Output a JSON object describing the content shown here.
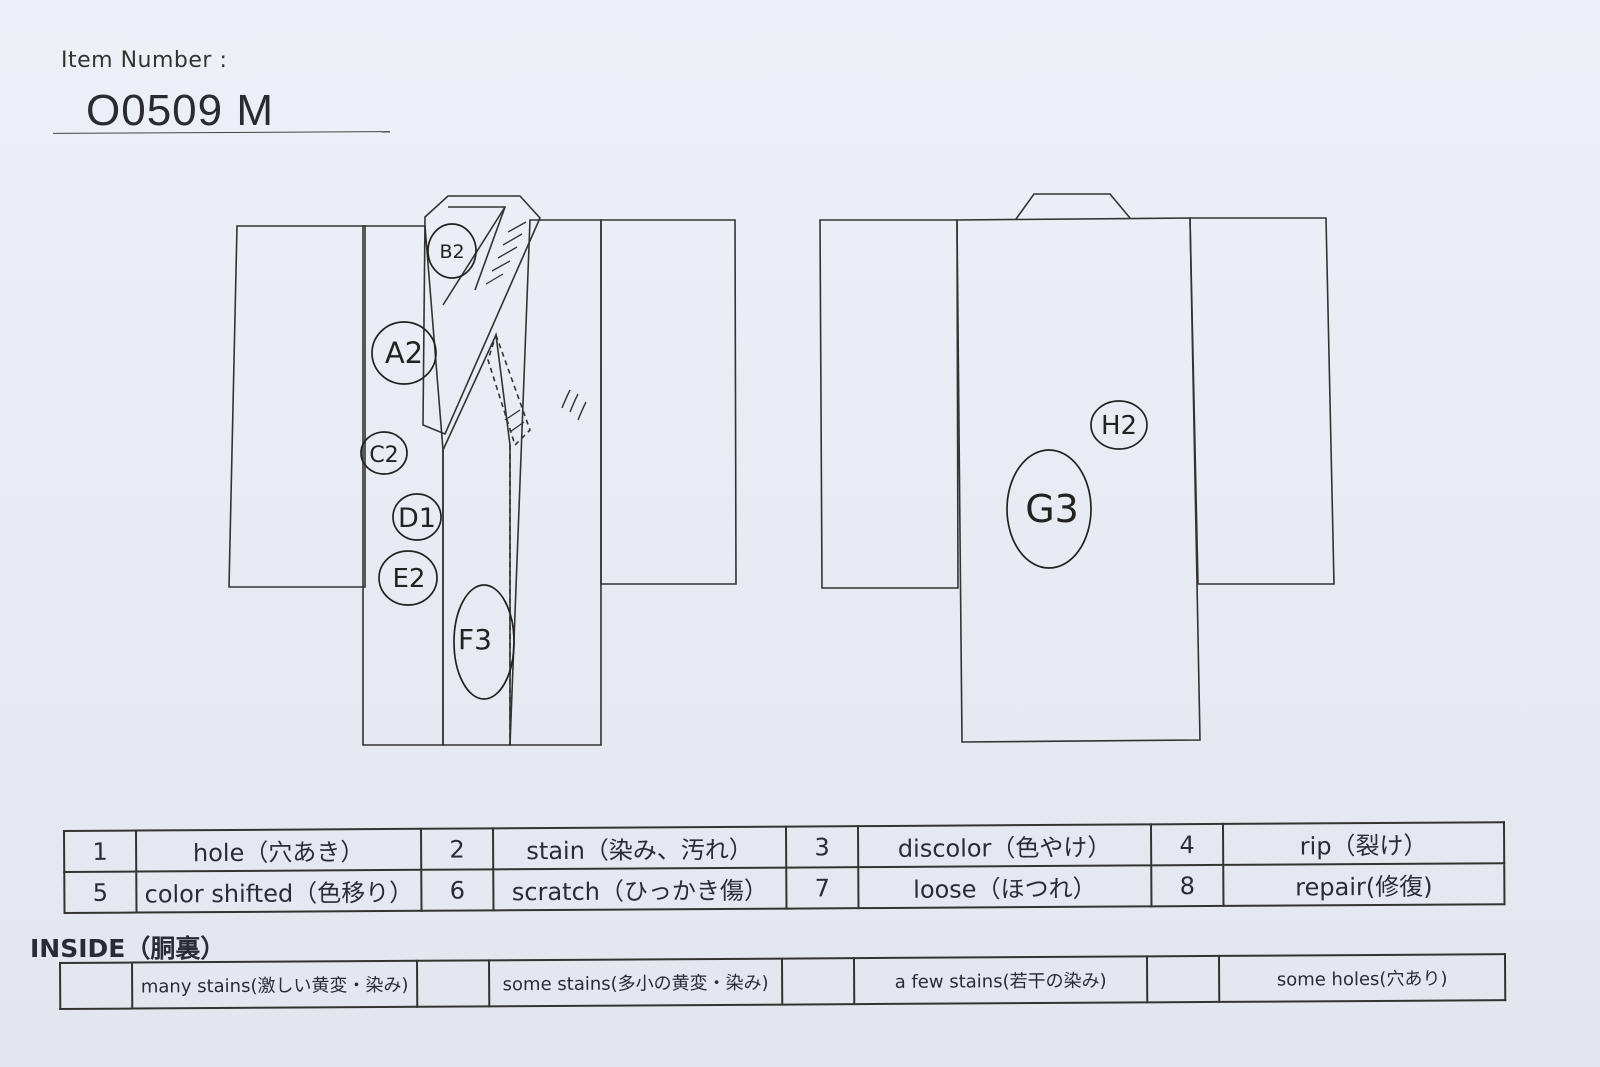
{
  "header": {
    "item_number_label": "Item Number :",
    "item_number_value": "O0509   M"
  },
  "marks": {
    "front": [
      "B2",
      "A2",
      "C2",
      "D1",
      "E2",
      "F3"
    ],
    "back": [
      "H2",
      "G3"
    ]
  },
  "legend": {
    "rows": [
      [
        {
          "num": "1",
          "label": "hole（穴あき）"
        },
        {
          "num": "2",
          "label": "stain（染み、汚れ）"
        },
        {
          "num": "3",
          "label": "discolor（色やけ）"
        },
        {
          "num": "4",
          "label": "rip（裂け）"
        }
      ],
      [
        {
          "num": "5",
          "label": "color shifted（色移り）"
        },
        {
          "num": "6",
          "label": "scratch（ひっかき傷）"
        },
        {
          "num": "7",
          "label": "loose（ほつれ）"
        },
        {
          "num": "8",
          "label": "repair(修復)"
        }
      ]
    ]
  },
  "inside": {
    "title": "INSIDE（胴裏）",
    "options": [
      "many stains(激しい黄変・染み)",
      "some stains(多小の黄変・染み)",
      "a few stains(若干の染み)",
      "some holes(穴あり)"
    ]
  }
}
